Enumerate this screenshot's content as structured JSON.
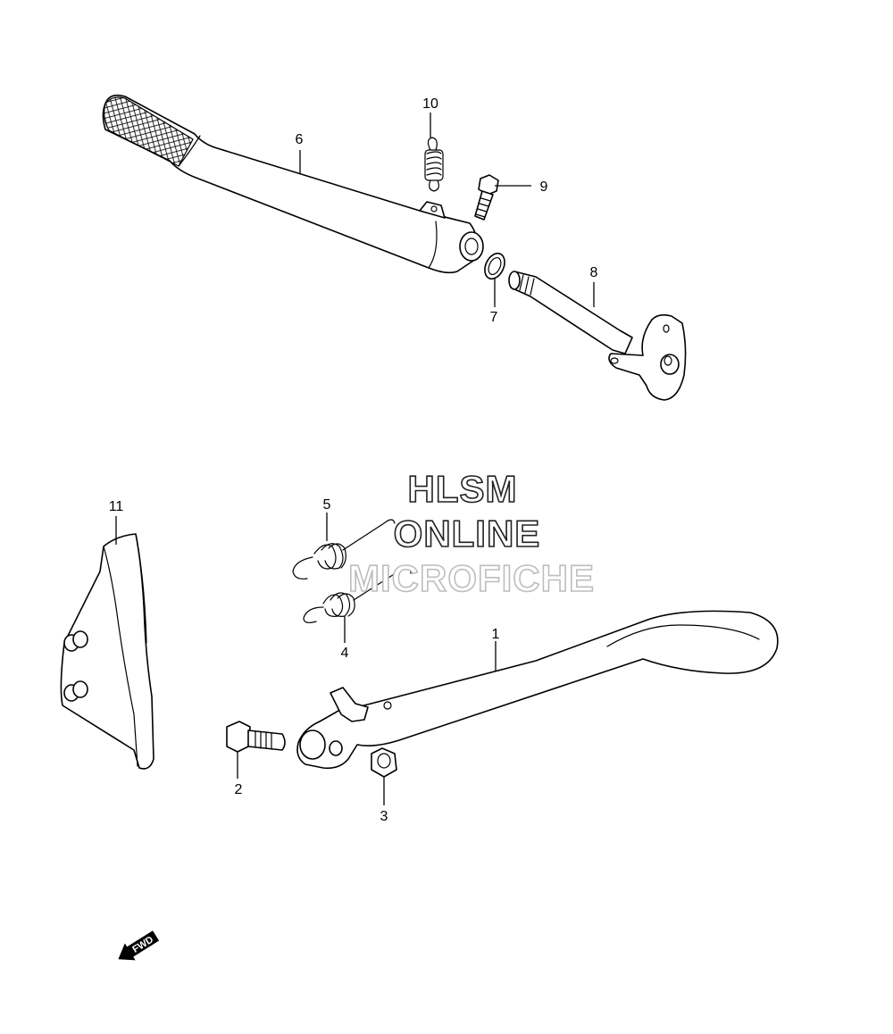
{
  "watermark": {
    "line1": "HLSM",
    "line2": "ONLINE",
    "line3": "MICROFICHE"
  },
  "callouts": [
    "1",
    "2",
    "3",
    "4",
    "5",
    "6",
    "7",
    "8",
    "9",
    "10",
    "11"
  ],
  "fwd_arrow": {
    "label": "FWD",
    "icon": "fwd-arrow-icon"
  }
}
